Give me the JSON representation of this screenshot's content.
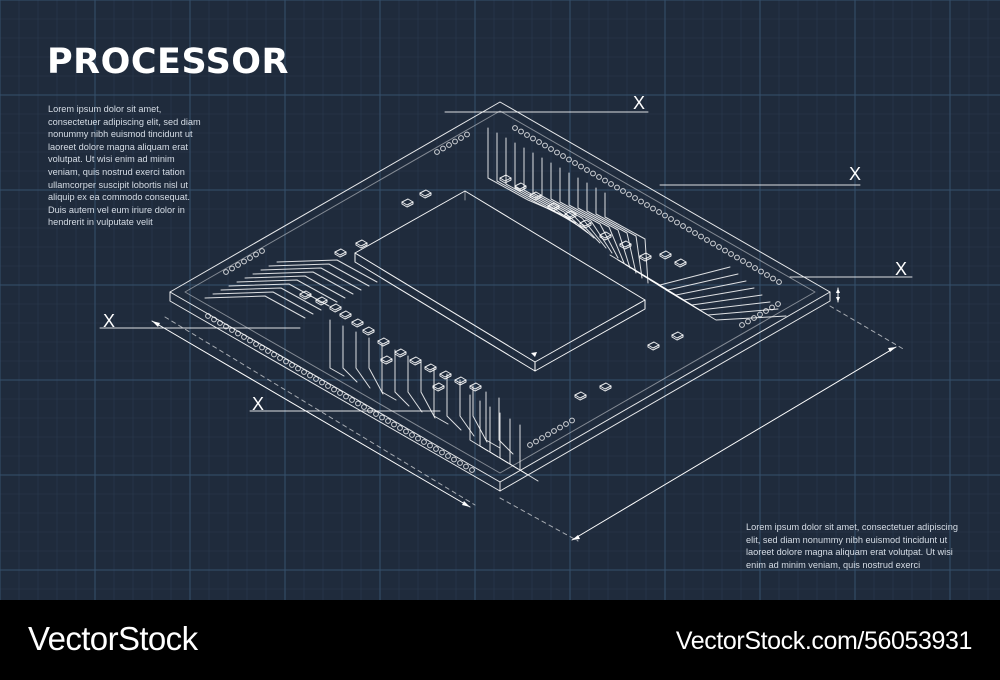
{
  "heading": "PROCESSOR",
  "left_paragraph": "Lorem ipsum dolor sit amet, consectetuer adipiscing elit, sed diam nonummy nibh euismod tincidunt ut laoreet dolore magna aliquam erat volutpat. Ut wisi enim ad minim veniam, quis nostrud exerci tation ullamcorper suscipit lobortis nisl ut aliquip ex ea commodo consequat. Duis autem vel eum iriure dolor in hendrerit in vulputate velit",
  "right_paragraph": "Lorem ipsum dolor sit amet, consectetuer adipiscing elit, sed diam nonummy nibh euismod tincidunt ut laoreet dolore magna aliquam erat volutpat. Ut wisi enim ad minim veniam, quis nostrud exerci",
  "callouts": [
    "X",
    "X",
    "X",
    "X",
    "X"
  ],
  "footer": {
    "brand": "VectorStock",
    "stock_id": "VectorStock.com/56053931"
  },
  "colors": {
    "background": "#1f2b3c",
    "line": "#ffffff",
    "grid": "#31465e",
    "footer": "#000000"
  }
}
